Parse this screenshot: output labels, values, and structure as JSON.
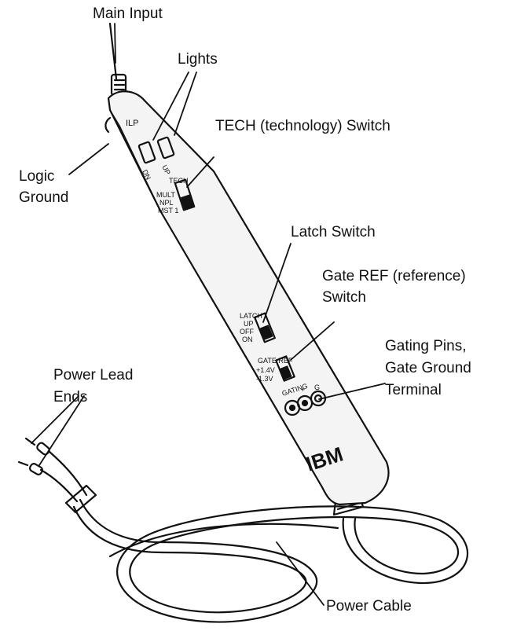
{
  "callouts": {
    "main_input": "Main Input",
    "lights": "Lights",
    "tech_switch": "TECH (technology) Switch",
    "logic_ground_1": "Logic",
    "logic_ground_2": "Ground",
    "latch_switch": "Latch Switch",
    "gate_ref_1": "Gate REF (reference)",
    "gate_ref_2": "Switch",
    "gating_pins_1": "Gating Pins,",
    "gating_pins_2": "Gate Ground",
    "gating_pins_3": "Terminal",
    "power_lead_1": "Power Lead",
    "power_lead_2": "Ends",
    "power_cable": "Power Cable"
  },
  "probe_markings": {
    "model": "ILP",
    "light_dn": "DN",
    "light_up": "UP",
    "tech": "TECH",
    "tech_mult": "MULT",
    "tech_npl": "NPL",
    "tech_mst1": "MST 1",
    "latch": "LATCH",
    "latch_up": "UP",
    "latch_off": "OFF",
    "latch_on": "ON",
    "gate_ref": "GATE REF",
    "gate_v1": "+1.4V",
    "gate_v2": "-1.3V",
    "gating": "GATING",
    "gating_plus": "+",
    "gating_g": "G",
    "logo": "IBM"
  },
  "colors": {
    "ink": "#111111",
    "probe_body": "#f4f4f4",
    "background": "#ffffff"
  }
}
